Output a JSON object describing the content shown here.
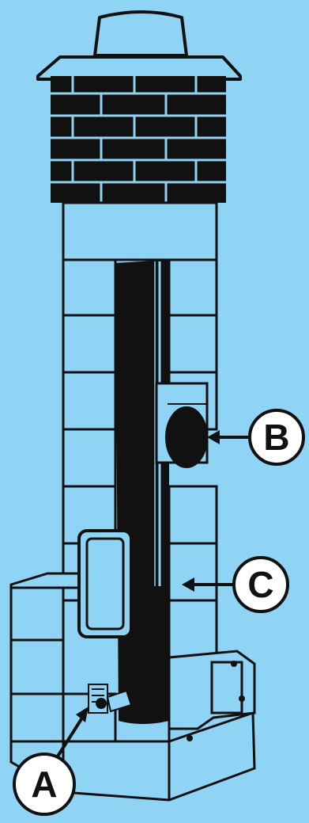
{
  "background_color": "#8fd3f5",
  "labels": {
    "a": "A",
    "b": "B",
    "c": "C"
  },
  "parts": {
    "chimney_cap": "chimney-cap",
    "brick_crown": "brick-crown",
    "flue_liner": "flue-liner",
    "inspection_opening": "inspection-opening",
    "cleanout_door": "cleanout-door",
    "condensate_drain": "condensate-drain",
    "base_block": "base-block"
  }
}
